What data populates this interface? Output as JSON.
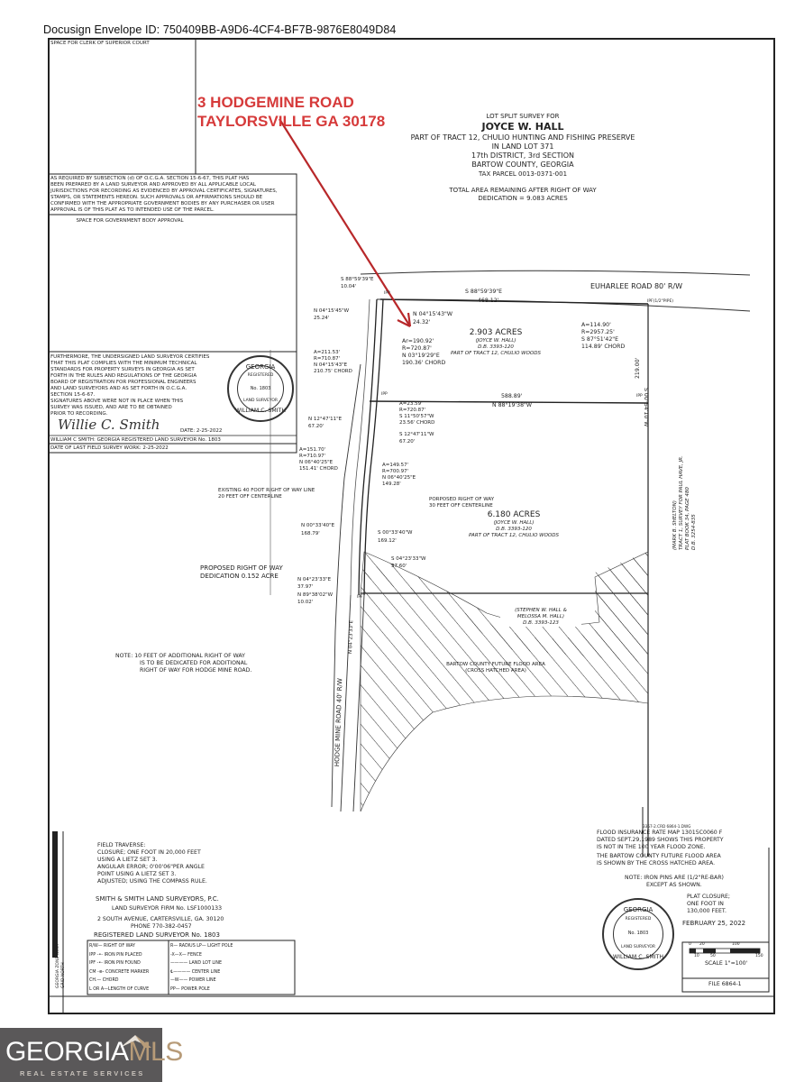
{
  "envelope": {
    "text": "Docusign Envelope ID: 750409BB-A9D6-4CF4-BF7B-9876E8049D84"
  },
  "address_callout": {
    "line1": "3 HODGEMINE ROAD",
    "line2": "TAYLORSVILLE GA 30178",
    "color": "#d63a3a"
  },
  "title_block": {
    "line1": "LOT SPLIT SURVEY FOR",
    "owner": "JOYCE W. HALL",
    "line3": "PART OF TRACT 12, CHULIO HUNTING AND FISHING PRESERVE",
    "line4": "IN LAND LOT 371",
    "line5": "17th DISTRICT, 3rd SECTION",
    "line6": "BARTOW COUNTY, GEORGIA",
    "tax_parcel": "TAX PARCEL 0013-0371-001",
    "total_area_line1": "TOTAL AREA REMAINING AFTER RIGHT OF WAY",
    "total_area_line2": "DEDICATION = 9.083 ACRES"
  },
  "left_panel": {
    "clerk_space": "SPACE FOR CLERK OF SUPERIOR COURT",
    "ocga_statement": [
      "AS REQUIRED BY SUBSECTION (d) OF O.C.G.A. SECTION 15-6-67, THIS PLAT HAS",
      "BEEN PREPARED BY A LAND SURVEYOR AND APPROVED BY ALL APPLICABLE LOCAL",
      "JURISDICTIONS FOR RECORDING AS EVIDENCED BY APPROVAL CERTIFICATES, SIGNATURES,",
      "STAMPS, OR STATEMENTS HEREON. SUCH APPROVALS OR AFFIRMATIONS SHOULD BE",
      "CONFIRMED WITH THE APPROPRIATE GOVERNMENT BODIES BY ANY PURCHASER OR USER",
      "APPROVAL IS OF THIS PLAT AS TO INTENDED USE OF THE PARCEL."
    ],
    "gov_space": "SPACE FOR GOVERNMENT BODY APPROVAL",
    "certification": [
      "FURTHERMORE, THE UNDERSIGNED LAND SURVEYOR CERTIFIES",
      "THAT THIS PLAT COMPLIES WITH THE MINIMUM TECHNICAL",
      "STANDARDS FOR PROPERTY SURVEYS IN GEORGIA AS SET",
      "FORTH IN THE RULES AND REGULATIONS OF THE GEORGIA",
      "BOARD OF REGISTRATION FOR PROFESSIONAL ENGINEERS",
      "AND LAND SURVEYORS AND AS SET FORTH IN O.C.G.A.",
      "SECTION 15-6-67.",
      "SIGNATURES ABOVE WERE NOT IN PLACE WHEN THIS",
      "SURVEY WAS ISSUED, AND ARE TO BE OBTAINED",
      "PRIOR TO RECORDING."
    ],
    "signature": "Willie C. Smith",
    "date": "DATE: 2-25-2022",
    "surveyor_line": "WILLIAM C SMITH: GEORGIA REGISTERED LAND SURVEYOR No. 1803",
    "last_field_work": "DATE OF LAST FIELD SURVEY WORK: 2-25-2022"
  },
  "seal": {
    "top": "GEORGIA",
    "registered": "REGISTERED",
    "number": "No. 1803",
    "bottom_small": "LAND SURVEYOR",
    "name": "WILLIAM C. SMITH"
  },
  "plat": {
    "road_top": "EUHARLEE ROAD  80' R/W",
    "ipf_pipe": "IPF(1/2\"PIPE)",
    "tracts": [
      {
        "acres": "2.903 ACRES",
        "owner": "(JOYCE W. HALL)",
        "deed": "D.B. 3393-120",
        "desc": "PART OF TRACT 12, CHULIO WOODS"
      },
      {
        "acres": "6.180 ACRES",
        "owner": "(JOYCE W. HALL)",
        "deed": "D.B. 3393-120",
        "desc": "PART OF TRACT 12, CHULIO WOODS"
      }
    ],
    "labels": {
      "top_bearing": "S 88°59'39\"E",
      "top_dist": "468.12'",
      "nw_bearing": "S 88°59'39\"E",
      "nw_dist": "10.04'",
      "w1_bearing": "N 04°15'45\"W",
      "w1_dist": "25.24'",
      "w2_bearing": "N 04°15'43\"W",
      "w2_dist": "24.32'",
      "curve1_a": "Ar=190.92'",
      "curve1_r": "R=720.87'",
      "curve1_b": "N 03°19'29\"E",
      "curve1_c": "190.36' CHORD",
      "curve2_a": "A=211.53'",
      "curve2_r": "R=710.87'",
      "curve2_b": "N 04°15'43\"E",
      "curve2_c": "210.75' CHORD",
      "ne_a": "A=114.90'",
      "ne_r": "R=2957.25'",
      "ne_b": "S 87°51'42\"E",
      "ne_c": "114.89' CHORD",
      "east_dist": "219.00'",
      "east_bearing": "S 00°54'10\"W",
      "mid_dist": "588.89'",
      "mid_bearing": "N 88°19'38\"W",
      "curve3_a": "A=23.59'",
      "curve3_r": "R=720.87'",
      "curve3_b": "S 11°50'57\"W",
      "curve3_c": "23.56' CHORD",
      "s1_bearing": "S 12°47'11\"W",
      "s1_dist": "67.20'",
      "n1_bearing": "N 12°47'11\"E",
      "n1_dist": "67.20'",
      "curve4_a": "A=151.70'",
      "curve4_r": "R=710.97'",
      "curve4_b": "N 06°40'25\"E",
      "curve4_c": "151.41' CHORD",
      "curve5_a": "A=149.57'",
      "curve5_r": "R=700.97'",
      "curve5_b": "N 06°40'25\"E",
      "curve5_c": "149.28'",
      "existing_row_1": "EXISTING 40 FOOT RIGHT OF WAY LINE",
      "existing_row_2": "20 FEET OFF CENTERLINE",
      "proposed_row_1": "PORPOSED RIGHT OF WAY",
      "proposed_row_2": "30 FEET OFF CENTERLINE",
      "n2_bearing": "N 00°33'40\"E",
      "n2_dist": "168.79'",
      "s2_bearing": "S 00°33'40\"W",
      "s2_dist": "169.12'",
      "s3_bearing": "S 04°23'33\"W",
      "s3_dist": "37.60'",
      "n3_bearing": "N 04°23'33\"E",
      "n3_dist": "37.97'",
      "n4_bearing": "N 89°38'02\"W",
      "n4_dist": "10.02'",
      "dedication_1": "PROPOSED RIGHT OF WAY",
      "dedication_2": "DEDICATION 0.152 ACRE",
      "ipp": "IPP",
      "ipf": "IPF",
      "hodge_road": "HODGE MINE ROAD  40' R/W",
      "hodge_bearing": "N 04°23'33\"E",
      "adjacent_east_1": "(MARK B. SHELTON)",
      "adjacent_east_2": "TRACT 1, SURVEY FOR PAUL HAVE, JR.",
      "adjacent_east_3": "PLAT BOOK 34, PAGE 480",
      "adjacent_east_4": "D.B. 3254-835",
      "adjacent_south_1": "(STEPHEN W. HALL &",
      "adjacent_south_2": "MELOSSA M. HALL)",
      "adjacent_south_3": "D.B. 3393-123",
      "flood_1": "BARTOW COUNTY FUTURE FLOOD AREA",
      "flood_2": "(CROSS HATCHED AREA)"
    },
    "note": [
      "NOTE: 10 FEET OF ADDITIONAL RIGHT OF WAY",
      "IS TO BE DEDICATED FOR ADDITIONAL",
      "RIGHT OF WAY FOR HODGE MINE ROAD."
    ]
  },
  "bottom_left": {
    "field_traverse": [
      "FIELD TRAVERSE:",
      "CLOSURE; ONE FOOT IN 20,000 FEET",
      "USING A LIETZ SET 3.",
      "ANGULAR ERROR; 0'00'06\"PER ANGLE",
      "POINT USING A LIETZ SET 3.",
      "ADJUSTED; USING THE COMPASS RULE."
    ],
    "firm": "SMITH & SMITH LAND SURVEYORS, P.C.",
    "firm_no": "LAND SURVEYOR FIRM No. LSF1000133",
    "address": "2 SOUTH AVENUE, CARTERSVILLE, GA. 30120",
    "phone": "PHONE 770-382-0457",
    "registered": "REGISTERED LAND SURVEYOR No. 1803",
    "grid_note_1": "GEORGIA ZONE WEST",
    "grid_note_2": "GRID NORTH",
    "legend_left": [
      "R/W—  RIGHT OF WAY",
      "IPP -•-  IRON PIN PLACED",
      "IPF -•-  IRON PIN FOUND",
      "CM -⊕-  CONCRETE MARKER",
      "CH.—  CHORD",
      "L OR A—LENGTH OF CURVE"
    ],
    "legend_right": [
      "R—  RADIUS  LP— LIGHT POLE",
      "-X—X—  FENCE",
      "———— LAND LOT LINE",
      "℄———— CENTER LINE",
      "—W—— POWER LINE",
      "PP— POWER POLE"
    ]
  },
  "bottom_right": {
    "file_ref": "3357-2.CRD  6864-1.DWG",
    "flood_note": [
      "FLOOD INSURANCE RATE MAP 13015C0060 F",
      "DATED SEPT.29,1989 SHOWS THIS PROPERTY",
      "IS NOT IN THE 100 YEAR FLOOD ZONE.",
      "THE BARTOW COUNTY FUTURE FLOOD AREA",
      "IS SHOWN BY THE CROSS HATCHED AREA."
    ],
    "iron_pins_1": "NOTE: IRON PINS ARE (1/2\"RE-BAR)",
    "iron_pins_2": "EXCEPT AS SHOWN.",
    "plat_closure": [
      "PLAT CLOSURE;",
      "ONE FOOT IN",
      "130,000 FEET."
    ],
    "date": "FEBRUARY 25, 2022",
    "scale_ticks_top": [
      "0",
      "20",
      "100"
    ],
    "scale_ticks_bottom": [
      "10",
      "50",
      "150"
    ],
    "scale": "SCALE 1\"=100'",
    "file": "FILE 6864-1"
  },
  "watermark": {
    "georgia": "GEORGIA",
    "mls": "MLS",
    "sub": "REAL ESTATE SERVICES",
    "bg": "#5a5859",
    "accent": "#b79b78"
  }
}
